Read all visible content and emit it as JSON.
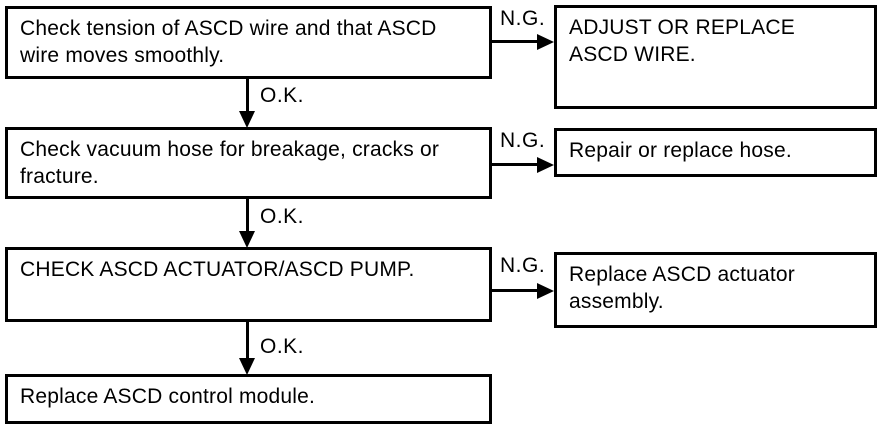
{
  "page": {
    "background_color": "#ffffff",
    "ink_color": "#000000"
  },
  "flowchart": {
    "kind": "troubleshooting-flowchart",
    "subject": "ASCD system diagnosis",
    "steps": [
      {
        "check": {
          "lines": [
            "Check tension of ASCD wire and that ASCD",
            "wire moves smoothly."
          ]
        },
        "ng_label": "N.G.",
        "ok_label": "O.K.",
        "ng_action": {
          "lines": [
            "ADJUST OR REPLACE",
            "ASCD WIRE."
          ]
        }
      },
      {
        "check": {
          "lines": [
            "Check vacuum hose for breakage, cracks or",
            "fracture."
          ]
        },
        "ng_label": "N.G.",
        "ok_label": "O.K.",
        "ng_action": {
          "lines": [
            "Repair or replace hose."
          ]
        }
      },
      {
        "check": {
          "lines": [
            "CHECK ASCD ACTUATOR/ASCD PUMP."
          ]
        },
        "ng_label": "N.G.",
        "ok_label": "O.K.",
        "ng_action": {
          "lines": [
            "Replace ASCD actuator",
            "assembly."
          ]
        }
      },
      {
        "check": {
          "lines": [
            "Replace ASCD control module."
          ]
        }
      }
    ]
  }
}
